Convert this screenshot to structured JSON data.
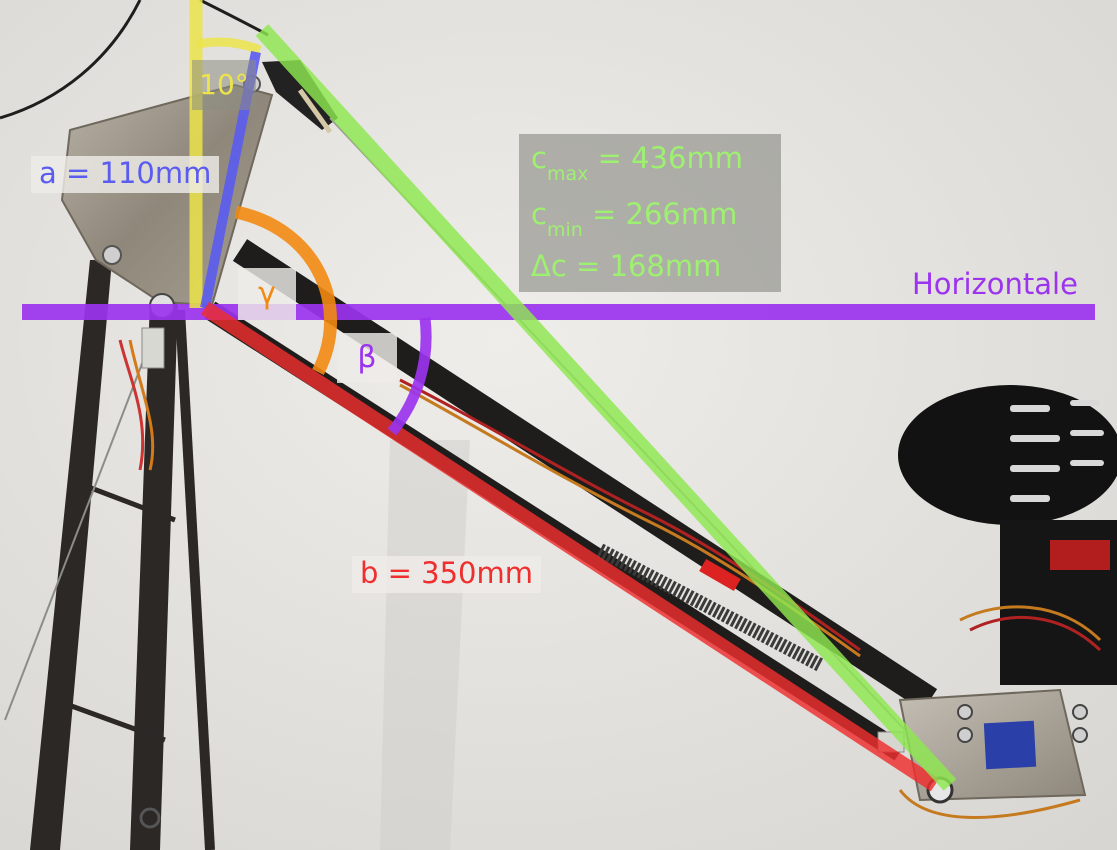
{
  "colors": {
    "a": "#5a5cf0",
    "b": "#ef2e2e",
    "c": "#8ee850",
    "horizontal": "#9b33ef",
    "gamma": "#f28a12",
    "beta": "#9b33ef",
    "ten_deg": "#ece44a"
  },
  "labels": {
    "a": "a = 110mm",
    "b": "b = 350mm",
    "gamma": "γ",
    "beta": "β",
    "ten_deg": "10°",
    "horizontal": "Horizontale"
  },
  "stats": {
    "cmax": {
      "var": "c",
      "sub": "max",
      "value": " = 436mm"
    },
    "cmin": {
      "var": "c",
      "sub": "min",
      "value": " = 266mm"
    },
    "delta_c": "Δc = 168mm"
  }
}
